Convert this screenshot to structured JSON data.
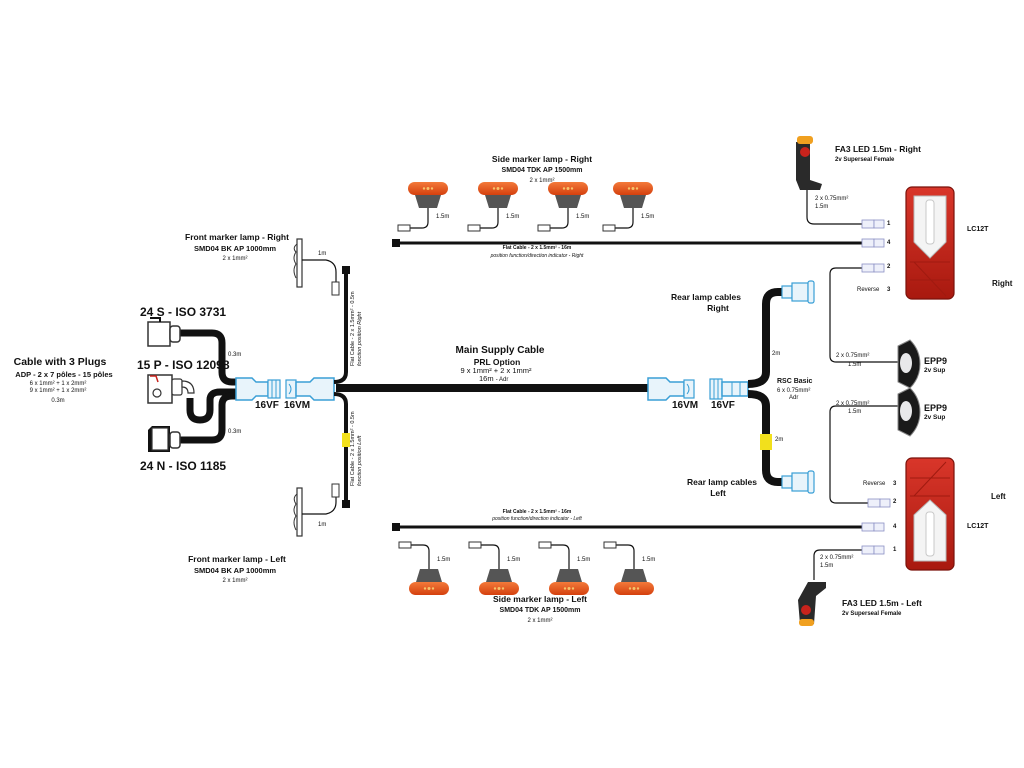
{
  "plugs": {
    "title": "Cable with 3 Plugs",
    "subtitle": "ADP - 2 x 7 pôles - 15 pôles",
    "spec1": "6 x 1mm² + 1 x 2mm²",
    "spec2": "9 x 1mm² + 1 x 2mm²",
    "length": "0.3m",
    "plug_24s": "24 S - ISO 3731",
    "plug_15p": "15 P - ISO 12098",
    "plug_24n": "24 N - ISO 1185",
    "len_top": "0.3m",
    "len_bottom": "0.3m"
  },
  "connectors": {
    "left_female": "16VF",
    "left_male": "16VM",
    "right_male": "16VM",
    "right_female": "16VF"
  },
  "main_cable": {
    "title": "Main Supply Cable",
    "option": "PRL Option",
    "spec": "9 x 1mm² + 2 x 1mm²",
    "length": "16m",
    "adr": "- Adr"
  },
  "front_right": {
    "title": "Front marker lamp - Right",
    "model": "SMD04 BK AP 1000mm",
    "spec": "2 x 1mm²",
    "length": "1m",
    "flat_cable": "Flat Cable - 2 x 1.5mm² - 0.5m",
    "flat_function": "fonction position Right"
  },
  "front_left": {
    "title": "Front marker lamp - Left",
    "model": "SMD04 BK AP 1000mm",
    "spec": "2 x 1mm²",
    "length": "1m",
    "flat_cable": "Flat Cable - 2 x 1.5mm² - 0.5m",
    "flat_function": "fonction position Left"
  },
  "side_right": {
    "title": "Side marker lamp - Right",
    "model": "SMD04 TDK AP 1500mm",
    "spec": "2 x 1mm²",
    "lengths": [
      "1.5m",
      "1.5m",
      "1.5m",
      "1.5m"
    ],
    "flat_cable": "Flat Cable - 2 x 1.5mm² - 16m",
    "flat_function": "position function/direction indicator - Right"
  },
  "side_left": {
    "title": "Side marker lamp - Left",
    "model": "SMD04 TDK AP 1500mm",
    "spec": "2 x 1mm²",
    "lengths": [
      "1.5m",
      "1.5m",
      "1.5m",
      "1.5m"
    ],
    "flat_cable": "Flat Cable - 2 x 1.5mm² - 16m",
    "flat_function": "position function/direction indicator - Left"
  },
  "rear_cables": {
    "right_label_1": "Rear lamp cables",
    "right_label_2": "Right",
    "left_label_1": "Rear lamp cables",
    "left_label_2": "Left",
    "length_right": "2m",
    "length_left": "2m",
    "rsc": "RSC  Basic",
    "rsc_spec": "6 x 0.75mm²",
    "rsc_adr": "Adr"
  },
  "fa3_right": {
    "title": "FA3 LED 1.5m - Right",
    "sub": "2v Superseal Female",
    "spec": "2 x 0.75mm²",
    "length": "1.5m"
  },
  "fa3_left": {
    "title": "FA3 LED 1.5m  - Left",
    "sub": "2v Superseal Female",
    "spec": "2 x 0.75mm²",
    "length": "1.5m"
  },
  "lamp_right": {
    "model": "LC12T",
    "side": "Right",
    "pins": [
      "1",
      "4",
      "2",
      "3"
    ],
    "reverse": "Reverse"
  },
  "lamp_left": {
    "model": "LC12T",
    "side": "Left",
    "pins": [
      "3",
      "2",
      "4",
      "1"
    ],
    "reverse": "Reverse"
  },
  "epp_top": {
    "title": "EPP9",
    "sub": "2v Sup",
    "spec": "2 x 0.75mm²",
    "length": "1.5m"
  },
  "epp_bottom": {
    "title": "EPP9",
    "sub": "2v Sup",
    "spec": "2 x 0.75mm²",
    "length": "1.5m"
  },
  "colors": {
    "cable": "#111111",
    "connector": "#3a9fd6",
    "connector_fill": "#e8f4fb",
    "marker_orange": "#e8501a",
    "lamp_red": "#c8231c",
    "yellow_tag": "#f2e01c"
  }
}
